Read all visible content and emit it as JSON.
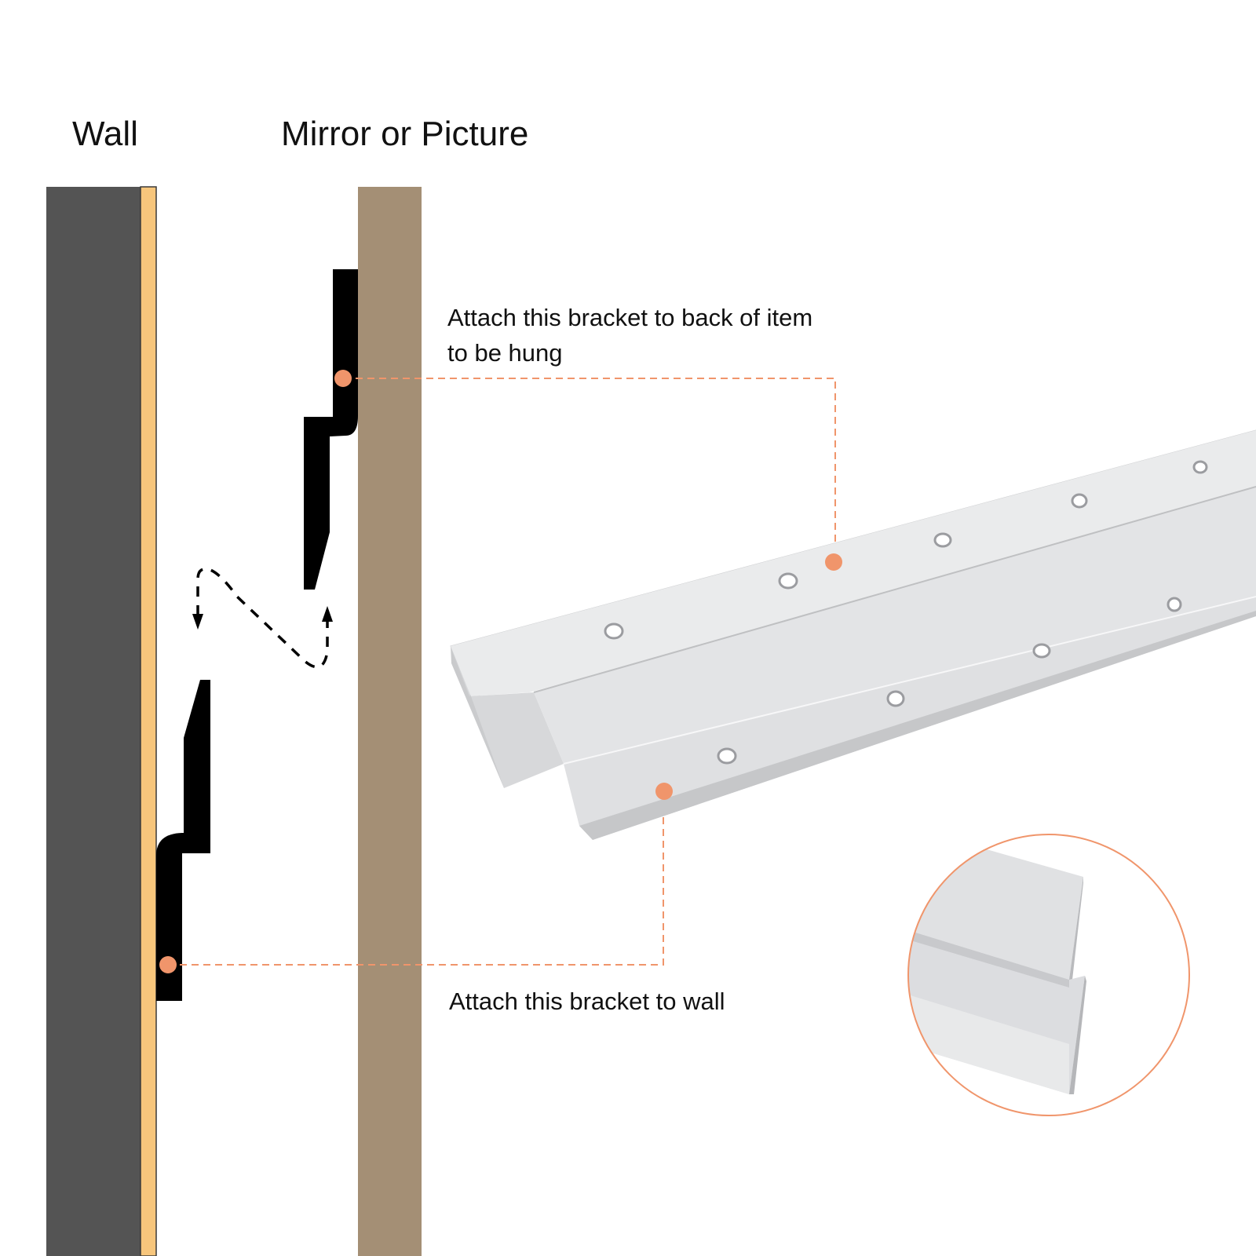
{
  "labels": {
    "wall": "Wall",
    "mirror": "Mirror or Picture",
    "top_bracket": "Attach this bracket to back of item to be hung",
    "wall_bracket": "Attach this bracket to wall"
  },
  "colors": {
    "wall": "#545454",
    "wall_surface": "#f7c67c",
    "mirror": "#a48f75",
    "bracket_profile": "#000000",
    "callout": "#f0956b",
    "aluminum": "#e4e5e7"
  }
}
